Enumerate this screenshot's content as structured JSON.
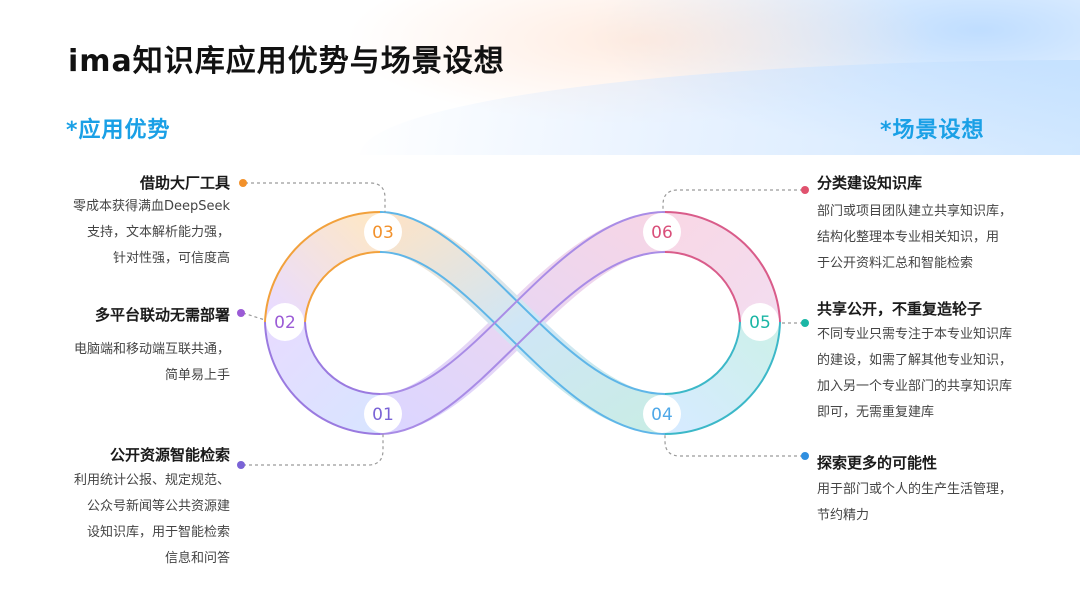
{
  "title": "ima知识库应用优势与场景设想",
  "left_section": "*应用优势",
  "right_section": "*场景设想",
  "advantages": [
    {
      "title": "借助大厂工具",
      "desc": [
        "零成本获得满血DeepSeek",
        "支持，文本解析能力强，",
        "针对性强，可信度高"
      ],
      "color": "#f2912b"
    },
    {
      "title": "多平台联动无需部署",
      "desc": [
        "电脑端和移动端互联共通，",
        "简单易上手"
      ],
      "color": "#9b5bd6"
    },
    {
      "title": "公开资源智能检索",
      "desc": [
        "利用统计公报、规定规范、",
        "公众号新闻等公共资源建",
        "设知识库，用于智能检索",
        "信息和问答"
      ],
      "color": "#7a63d6"
    }
  ],
  "scenarios": [
    {
      "title": "分类建设知识库",
      "desc": [
        "部门或项目团队建立共享知识库，",
        "结构化整理本专业相关知识，用",
        "于公开资料汇总和智能检索"
      ],
      "color": "#e0526e"
    },
    {
      "title": "共享公开，不重复造轮子",
      "desc": [
        "不同专业只需专注于本专业知识库",
        "的建设，如需了解其他专业知识，",
        "加入另一个专业部门的共享知识库",
        "即可，无需重复建库"
      ],
      "color": "#1bb6a5"
    },
    {
      "title": "探索更多的可能性",
      "desc": [
        "用于部门或个人的生产生活管理，",
        "节约精力"
      ],
      "color": "#2f8fe0"
    }
  ],
  "nodes": [
    "01",
    "02",
    "03",
    "04",
    "05",
    "06"
  ],
  "node_colors": {
    "01": "#7a63d6",
    "02": "#9b5bd6",
    "03": "#f2912b",
    "04": "#4fa8e8",
    "05": "#1bb6a5",
    "06": "#d94f7a"
  }
}
